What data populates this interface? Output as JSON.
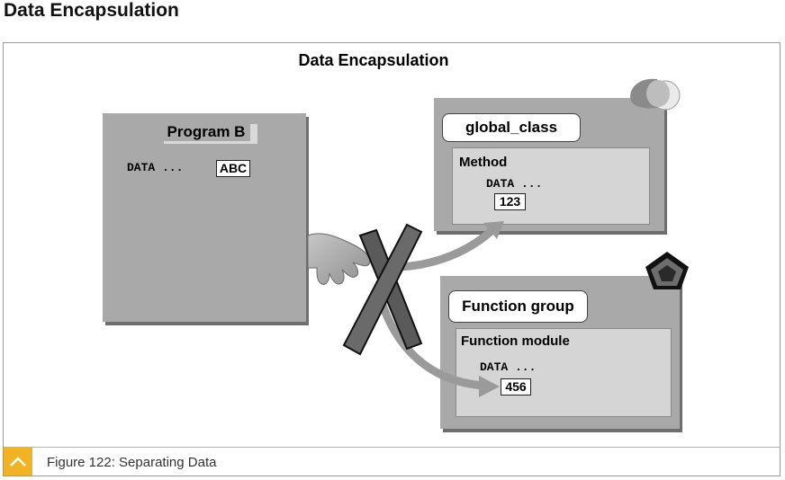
{
  "page": {
    "heading": "Data Encapsulation"
  },
  "diagram": {
    "title": "Data Encapsulation",
    "program": {
      "title": "Program B",
      "data_label": "DATA ...",
      "value": "ABC"
    },
    "class_box": {
      "title": "global_class",
      "section_label": "Method",
      "data_label": "DATA ...",
      "value": "123"
    },
    "function_box": {
      "title": "Function group",
      "section_label": "Function module",
      "data_label": "DATA ...",
      "value": "456"
    }
  },
  "caption": {
    "text": "Figure 122: Separating Data",
    "icon": "chevron-up-icon"
  },
  "colors": {
    "panel": "#a9a9a9",
    "inner": "#d5d5d5",
    "caption_accent": "#f0b323"
  }
}
